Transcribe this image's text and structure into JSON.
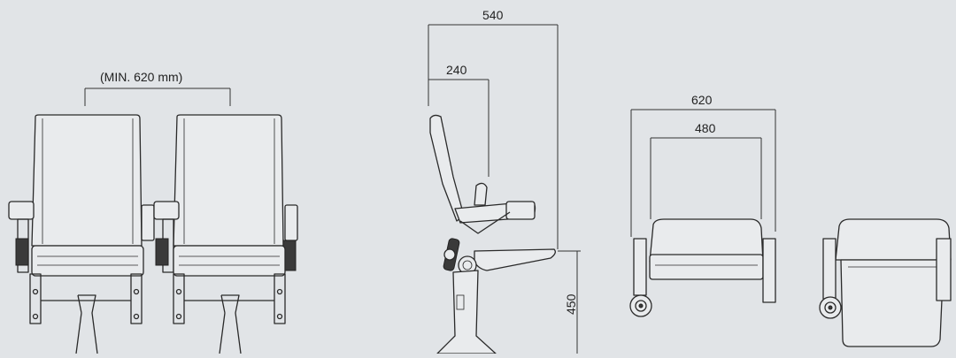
{
  "dimensions": {
    "front_spacing": "(MIN. 620 mm)",
    "side_depth_total": "540",
    "side_back_depth": "240",
    "side_height": "450",
    "top_width_outer": "620",
    "top_width_inner": "480"
  },
  "colors": {
    "background": "#e1e4e7",
    "line": "#2a2a2a"
  }
}
